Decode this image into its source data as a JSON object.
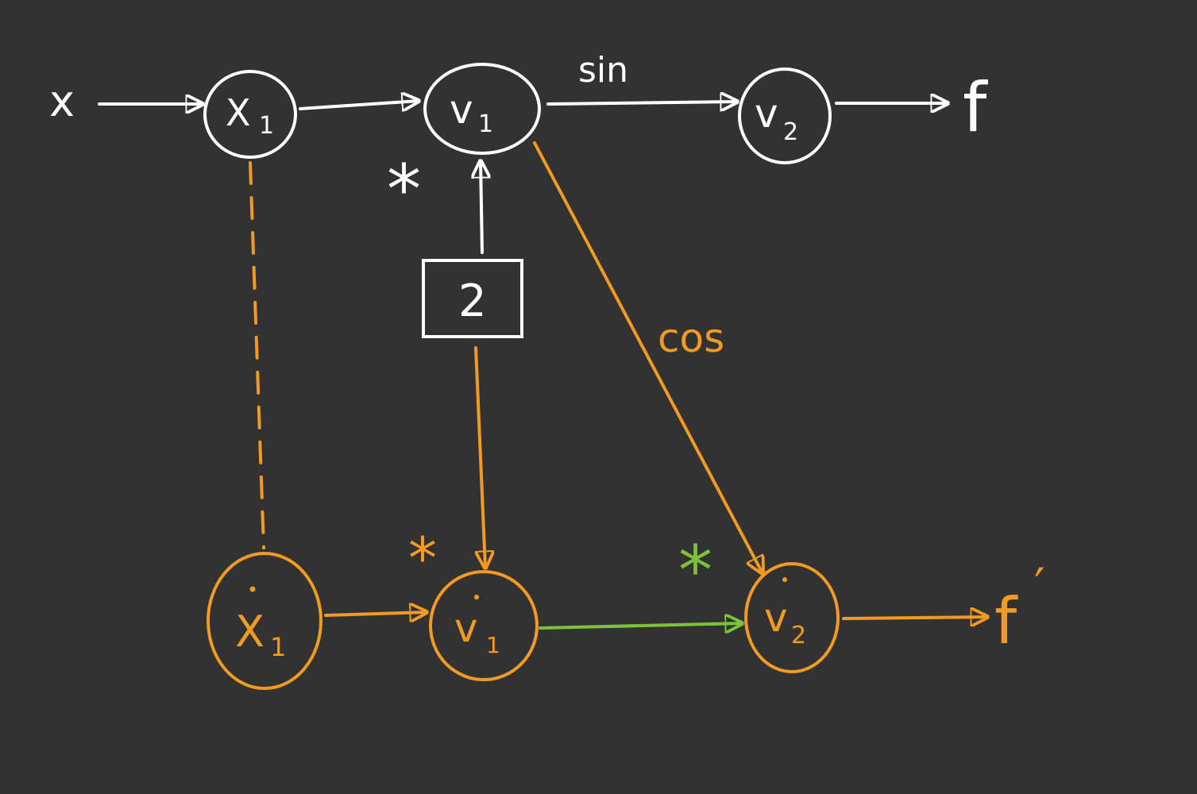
{
  "colors": {
    "background": "#323232",
    "primal": "#ffffff",
    "tangent": "#f29a22",
    "highlight": "#7cc13a"
  },
  "primal": {
    "input_label": "x",
    "node_x1": "X",
    "node_x1_sub": "1",
    "node_v1": "v",
    "node_v1_sub": "1",
    "node_v2": "v",
    "node_v2_sub": "2",
    "edge_sin_label": "sin",
    "output_label": "f",
    "mul_mark": "*",
    "constant_value": "2"
  },
  "tangent": {
    "node_x1_dot": "X",
    "node_x1_dot_sub": "1",
    "node_v1_dot": "v",
    "node_v1_dot_sub": "1",
    "node_v2_dot": "v",
    "node_v2_dot_sub": "2",
    "edge_cos_label": "cos",
    "output_label": "f",
    "output_prime": "′",
    "mul_mark": "*",
    "highlight_mark": "*"
  }
}
